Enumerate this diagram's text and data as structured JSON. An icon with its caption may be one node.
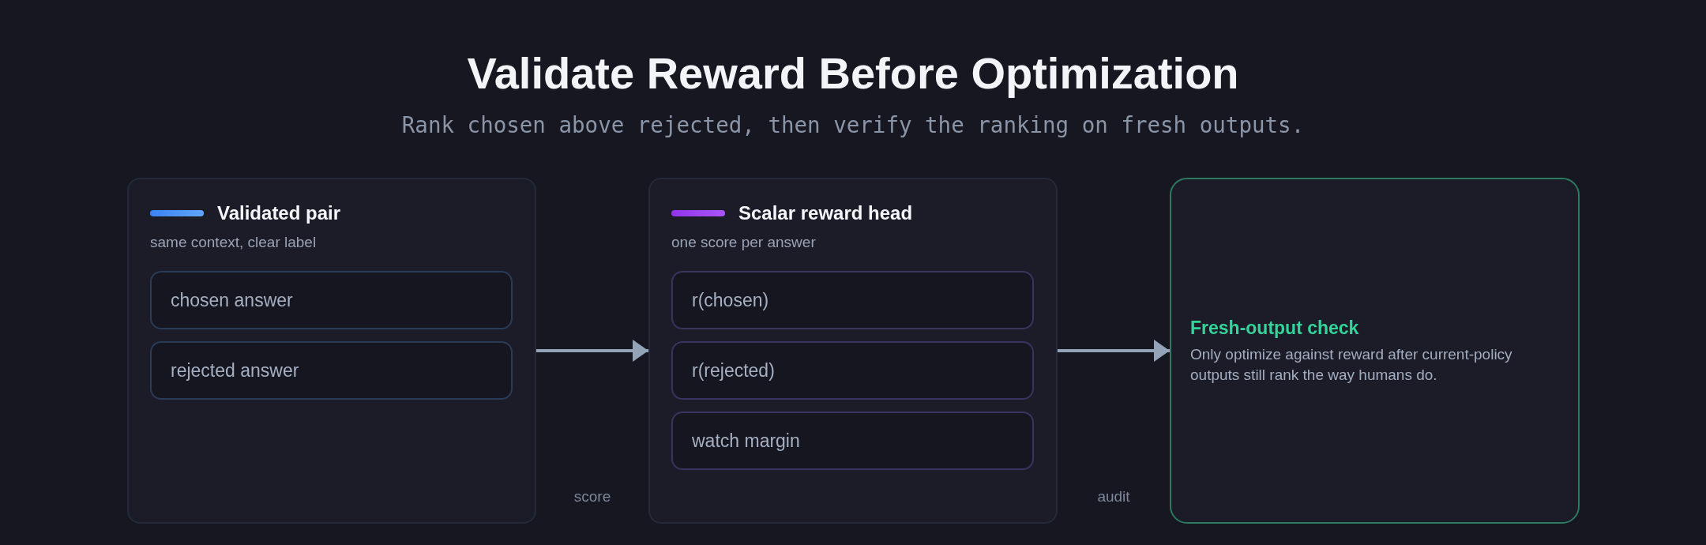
{
  "diagram": {
    "title": "Validate Reward Before Optimization",
    "caption": "Rank chosen above rejected, then verify the ranking on fresh outputs.",
    "nodes": [
      {
        "text": [
          "Validated pair",
          "same context, clear label"
        ]
      },
      {
        "text": [
          "chosen answer"
        ],
        "in": 0
      },
      {
        "text": [
          "rejected answer"
        ],
        "in": 0
      },
      {
        "text": [
          "Scalar reward head",
          "one score per answer"
        ]
      },
      {
        "text": [
          "r(chosen)"
        ],
        "in": 3
      },
      {
        "text": [
          "r(rejected)"
        ],
        "in": 3
      },
      {
        "text": [
          "watch margin"
        ],
        "in": 3
      },
      {
        "text": [
          "Fresh-output check",
          "Only optimize against reward after current-policy outputs still rank the way humans do."
        ]
      }
    ],
    "edges": [
      {
        "from": 0,
        "to": 3,
        "arrow": "to"
      },
      {
        "from": 3,
        "to": 7,
        "arrow": "to"
      }
    ],
    "labels": [
      "score",
      "audit"
    ]
  }
}
